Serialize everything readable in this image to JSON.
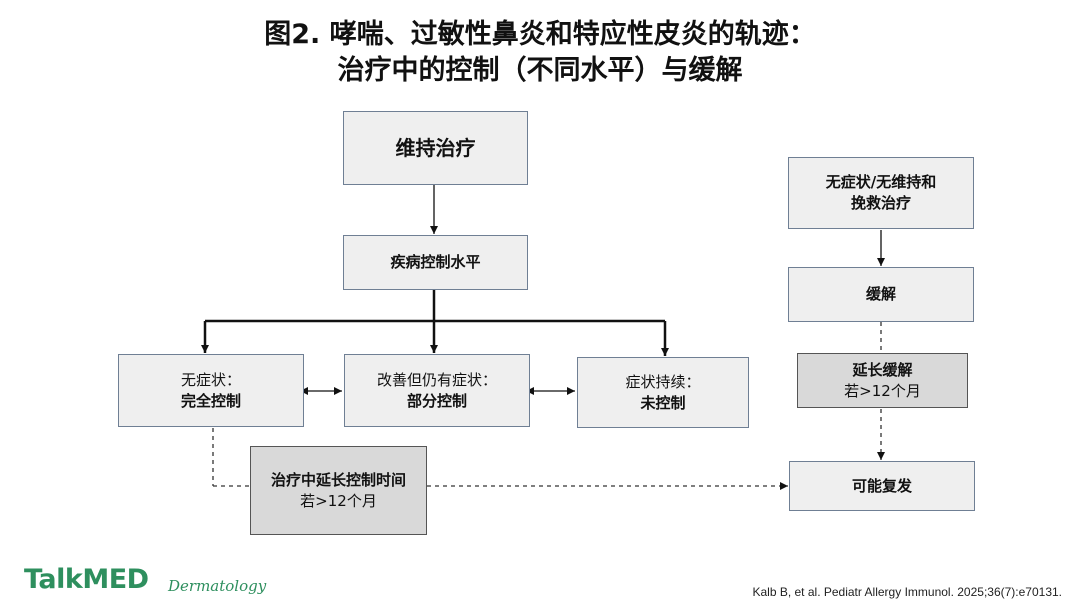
{
  "title": {
    "line1": "图2. 哮喘、过敏性鼻炎和特应性皮炎的轨迹：",
    "line2": "治疗中的控制（不同水平）与缓解"
  },
  "left_flow": {
    "maintenance": "维持治疗",
    "disease_control": "疾病控制水平",
    "no_symptoms": {
      "line1": "无症状：",
      "line2": "完全控制"
    },
    "improved": {
      "line1": "改善但仍有症状：",
      "line2": "部分控制"
    },
    "persistent": {
      "line1": "症状持续：",
      "line2": "未控制"
    },
    "prolonged_control": {
      "line1": "治疗中延长控制时间",
      "line2": "若>12个月"
    }
  },
  "right_flow": {
    "no_treatment": {
      "line1": "无症状/无维持和",
      "line2": "挽救治疗"
    },
    "remission": "缓解",
    "prolonged_remission": {
      "line1": "延长缓解",
      "line2": "若>12个月"
    },
    "relapse": "可能复发"
  },
  "footer": {
    "logo": "TalkMED",
    "logo_sub": "Dermatology",
    "citation": "Kalb B, et al. Pediatr Allergy Immunol. 2025;36(7):e70131."
  },
  "colors": {
    "box_fill": "#efefef",
    "box_dark_fill": "#d9d9d9",
    "box_border": "#6f7f94",
    "brand_green": "#2e8f5e"
  }
}
